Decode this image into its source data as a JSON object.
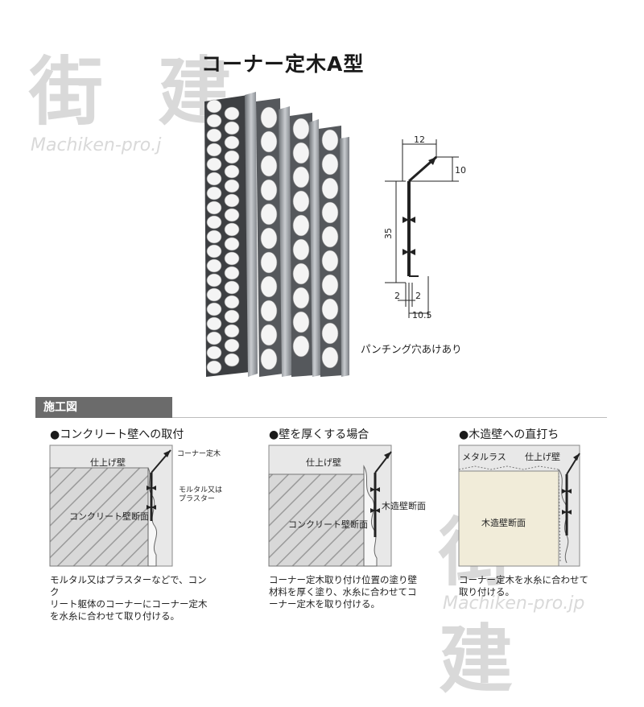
{
  "title": "コーナー定木A型",
  "watermark": {
    "kanji": "街 建",
    "text": "Machiken-pro.jp",
    "text_short": "Machiken-pro.j"
  },
  "dimensions": {
    "top_width": "12",
    "top_height": "10",
    "height": "35",
    "left_gap": "2",
    "right_gap": "2",
    "base_width": "10.5"
  },
  "punching_caption": "パンチング穴あけあり",
  "section_label": "施工図",
  "panels": [
    {
      "title": "●コンクリート壁への取付",
      "labels": {
        "finish_wall": "仕上げ壁",
        "corner_bead": "コーナー定木",
        "plaster_line1": "モルタル又は",
        "plaster_line2": "プラスター",
        "section": "コンクリート壁断面"
      },
      "note": [
        "モルタル又はプラスターなどで、コンク",
        "リート躯体のコーナーにコーナー定木",
        "を水糸に合わせて取り付ける。"
      ]
    },
    {
      "title": "●壁を厚くする場合",
      "labels": {
        "finish_wall": "仕上げ壁",
        "wood_section": "木造壁断面",
        "section": "コンクリート壁断面"
      },
      "note": [
        "コーナー定木取り付け位置の塗り壁",
        "材料を厚く塗り、水糸に合わせてコ",
        "ーナー定木を取り付ける。"
      ]
    },
    {
      "title": "●木造壁への直打ち",
      "labels": {
        "metal_lath": "メタルラス",
        "finish_wall": "仕上げ壁",
        "section": "木造壁断面"
      },
      "note": [
        "コーナー定木を水糸に合わせて",
        "取り付ける。"
      ]
    }
  ],
  "colors": {
    "section_bar": "#6b6b6b",
    "wood_fill": "#f1ecd9",
    "wall_fill": "#e6e6e6",
    "watermark": "#d9d9d9"
  }
}
